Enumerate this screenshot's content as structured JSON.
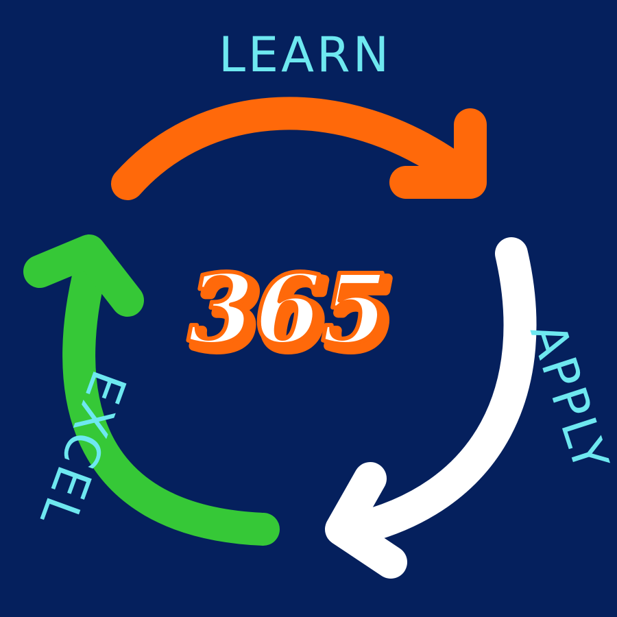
{
  "logo": {
    "center_text": "365",
    "labels": {
      "top": "LEARN",
      "right": "APPLY",
      "left": "EXCEL"
    },
    "colors": {
      "background": "#05205d",
      "learn_arrow": "#ff690a",
      "apply_arrow": "#ffffff",
      "excel_arrow": "#36c837",
      "label_text": "#6ee8f0",
      "number_fill": "#ffffff",
      "number_outline": "#ff690a"
    },
    "icons": [
      "curved-arrow-right-icon",
      "curved-arrow-down-icon",
      "curved-arrow-up-icon"
    ]
  }
}
